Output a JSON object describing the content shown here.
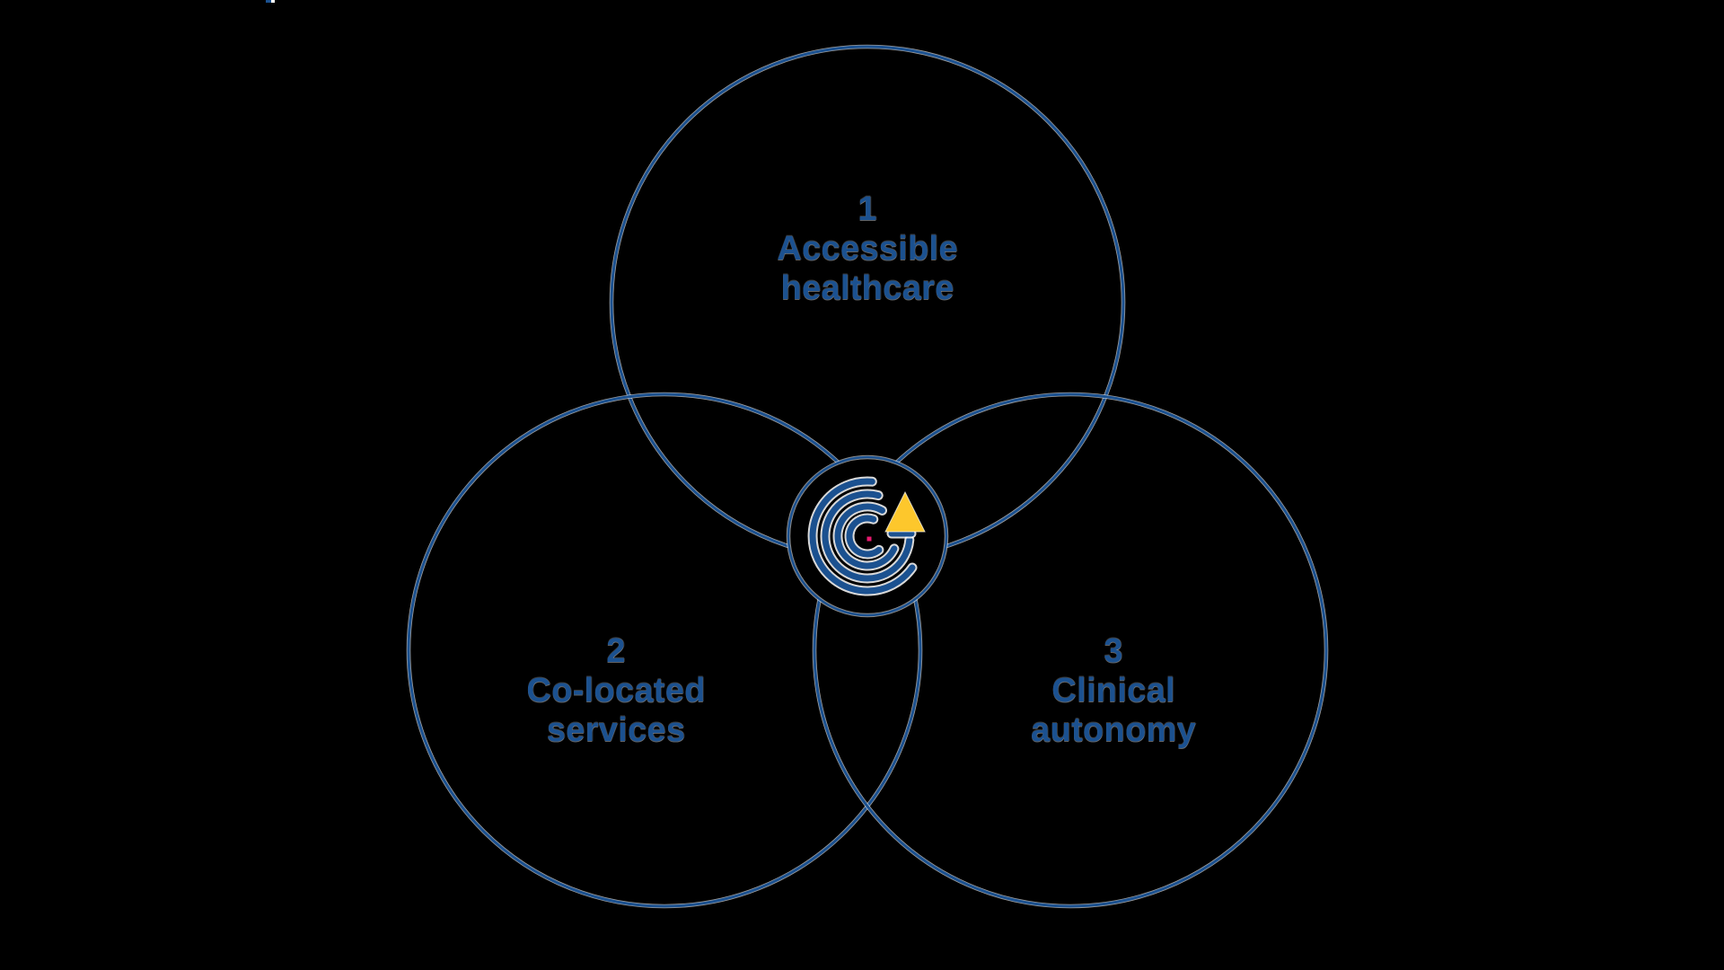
{
  "diagram": {
    "type": "three-circle-venn",
    "circles": [
      {
        "number": "1",
        "line1": "Accessible",
        "line2": "healthcare"
      },
      {
        "number": "2",
        "line1": "Co-located",
        "line2": "services"
      },
      {
        "number": "3",
        "line1": "Clinical",
        "line2": "autonomy"
      }
    ],
    "center_logo": "concentric-arcs-logo-with-arrowhead"
  },
  "palette": {
    "background": "#000000",
    "outline_blue": "#1b5190",
    "label_blue": "#1b5190",
    "logo_yellow": "#fdc72c",
    "logo_pink": "#e8196f",
    "fringe_white": "#ffffff"
  }
}
